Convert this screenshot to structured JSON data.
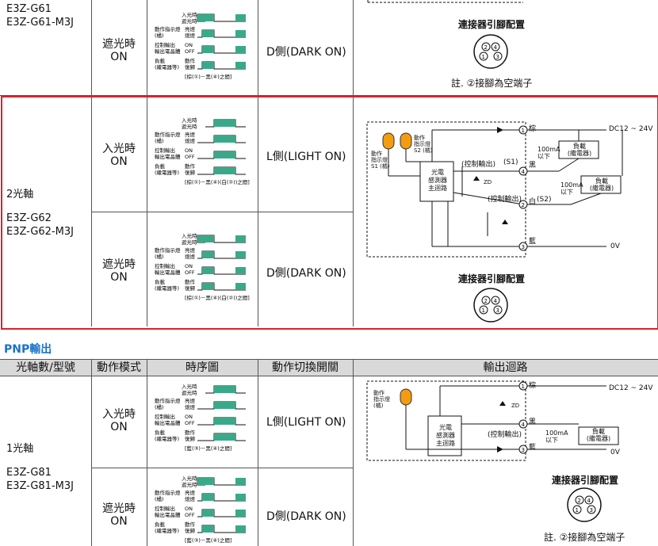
{
  "top": {
    "model_1": "E3Z-G61",
    "model_2": "E3Z-G61-M3J",
    "mode": "遮光時\nON",
    "switch": "D側(DARK ON)",
    "connector_title": "連接器引腳配置",
    "note": "註. ②接腳為空端子",
    "timing": {
      "light_on": "入光時",
      "light_off": "遮光時",
      "indicator": "動作指示燈\n(橘)",
      "ind_on": "亮燈",
      "ind_off": "熄燈",
      "output": "控制輸出\n輸出電晶體",
      "out_on": "ON",
      "out_off": "OFF",
      "load": "負載\n(繼電器等)",
      "load_op": "動作",
      "load_rs": "復歸",
      "between": "[棕(①)－黑(④)之間]"
    }
  },
  "twoaxis": {
    "axis": "2光軸",
    "model_1": "E3Z-G62",
    "model_2": "E3Z-G62-M3J",
    "row1": {
      "mode": "入光時\nON",
      "switch": "L側(LIGHT ON)"
    },
    "row2": {
      "mode": "遮光時\nON",
      "switch": "D側(DARK ON)"
    },
    "between": "[棕(①)－黑(④)(白(②))之間]",
    "circuit": {
      "brown": "棕",
      "black": "黑",
      "white": "白",
      "blue": "藍",
      "s1": "(S1)",
      "s2": "(S2)",
      "dc": "DC12 ~ 24V",
      "zero": "0V",
      "ma1": "100mA\n以下",
      "ma2": "100mA\n以下",
      "load1": "負載\n(繼電器)",
      "load2": "負載\n(繼電器)",
      "ctrl1": "(控制輸出)",
      "ctrl2": "(控制輸出)",
      "sensor": "光電\n感測器\n主迴路",
      "ind_s1": "動作\n指示燈\nS1 (橘)",
      "ind_s2": "動作\n指示燈\nS2 (橘)",
      "zd": "ZD"
    },
    "connector_title": "連接器引腳配置"
  },
  "pnp": {
    "section_title": "PNP輸出",
    "headers": [
      "光軸數/型號",
      "動作模式",
      "時序圖",
      "動作切換開關",
      "輸出迴路"
    ],
    "axis": "1光軸",
    "model_1": "E3Z-G81",
    "model_2": "E3Z-G81-M3J",
    "row1": {
      "mode": "入光時\nON",
      "switch": "L側(LIGHT ON)"
    },
    "row2": {
      "mode": "遮光時\nON",
      "switch": "D側(DARK ON)"
    },
    "between": "[藍(③)－黑(④)之間]",
    "circuit": {
      "brown": "棕",
      "black": "黑",
      "blue": "藍",
      "dc": "DC12 ~ 24V",
      "zero": "0V",
      "ma": "100mA\n以下",
      "load": "負載\n(繼電器)",
      "ctrl": "(控制輸出)",
      "sensor": "光電\n感測器\n主迴路",
      "ind": "動作\n指示燈\n(橘)",
      "zd": "ZD"
    },
    "connector_title": "連接器引腳配置",
    "note": "註. ②接腳為空端子"
  },
  "colors": {
    "green": "#3aa98a",
    "orange": "#f39c12",
    "highlight": "#d9232e",
    "section_blue": "#1a73c9",
    "header_bg": "#d9d9d9"
  }
}
